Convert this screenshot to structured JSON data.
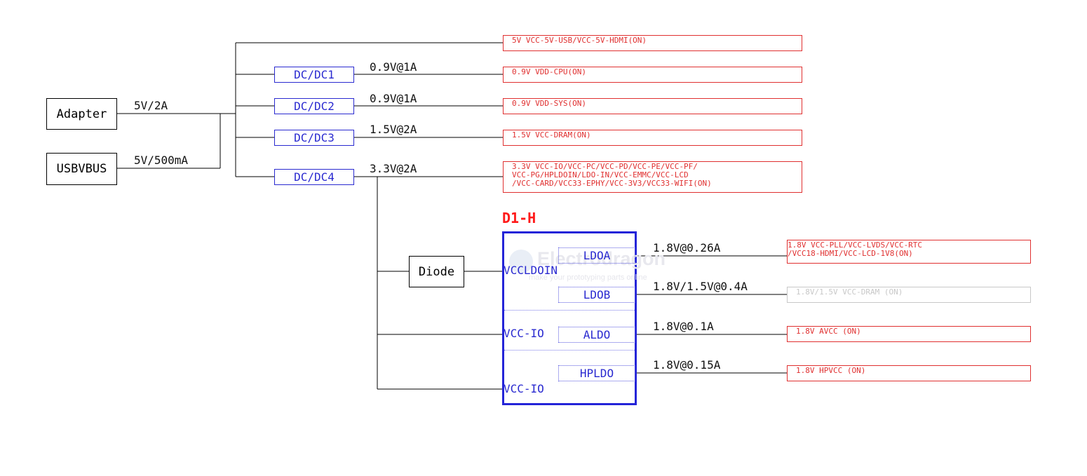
{
  "sources": {
    "adapter": {
      "label": "Adapter",
      "rating": "5V/2A"
    },
    "usb": {
      "label": "USBVBUS",
      "rating": "5V/500mA"
    }
  },
  "converters": [
    {
      "label": "DC/DC1",
      "output": "0.9V@1A"
    },
    {
      "label": "DC/DC2",
      "output": "0.9V@1A"
    },
    {
      "label": "DC/DC3",
      "output": "1.5V@2A"
    },
    {
      "label": "DC/DC4",
      "output": "3.3V@2A"
    }
  ],
  "rails": {
    "usb_hdmi": "5V VCC-5V-USB/VCC-5V-HDMI(ON)",
    "cpu": "0.9V VDD-CPU(ON)",
    "sys": "0.9V VDD-SYS(ON)",
    "dram": "1.5V VCC-DRAM(ON)",
    "io_lines": [
      "3.3V VCC-IO/VCC-PC/VCC-PD/VCC-PE/VCC-PF/",
      "VCC-PG/HPLDOIN/LDO-IN/VCC-EMMC/VCC-LCD",
      "/VCC-CARD/VCC33-EPHY/VCC-3V3/VCC33-WIFI(ON)"
    ]
  },
  "diode": {
    "label": "Diode"
  },
  "chip": {
    "title": "D1-H",
    "pins": {
      "vccldoin": "VCCLDOIN",
      "vcc_io_1": "VCC-IO",
      "vcc_io_2": "VCC-IO"
    },
    "regulators": [
      {
        "label": "LDOA",
        "output": "1.8V@0.26A",
        "rail_lines": [
          "1.8V VCC-PLL/VCC-LVDS/VCC-RTC",
          "/VCC18-HDMI/VCC-LCD-1V8(ON)"
        ],
        "active": true
      },
      {
        "label": "LDOB",
        "output": "1.8V/1.5V@0.4A",
        "rail_lines": [
          "1.8V/1.5V VCC-DRAM (ON)"
        ],
        "active": false
      },
      {
        "label": "ALDO",
        "output": "1.8V@0.1A",
        "rail_lines": [
          "1.8V AVCC (ON)"
        ],
        "active": true
      },
      {
        "label": "HPLDO",
        "output": "1.8V@0.15A",
        "rail_lines": [
          "1.8V HPVCC (ON)"
        ],
        "active": true
      }
    ]
  },
  "watermark": {
    "name": "Electrodragon",
    "tagline": "make your prototyping parts online"
  },
  "colors": {
    "wire": "#000000",
    "converter": "#2a2ad0",
    "rail": "#e03030",
    "rail_inactive": "#c8c8c8",
    "chip_border": "#2424d8",
    "chip_title": "#ff1a1a"
  }
}
